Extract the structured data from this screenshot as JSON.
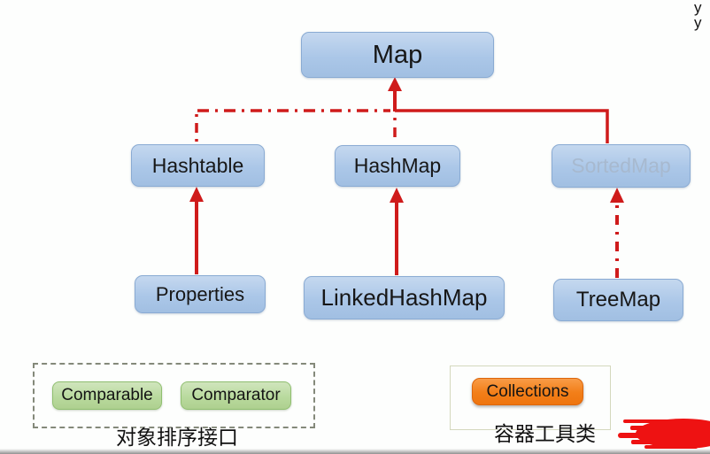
{
  "corner_text": {
    "line1": "y",
    "line2": "y"
  },
  "nodes": {
    "map": {
      "label": "Map"
    },
    "hashtable": {
      "label": "Hashtable"
    },
    "hashmap": {
      "label": "HashMap"
    },
    "sortedmap": {
      "label": "SortedMap"
    },
    "properties": {
      "label": "Properties"
    },
    "linkedhashmap": {
      "label": "LinkedHashMap"
    },
    "treemap": {
      "label": "TreeMap"
    }
  },
  "edges": [
    {
      "from": "Hashtable",
      "to": "Map",
      "style": "dash-dot"
    },
    {
      "from": "HashMap",
      "to": "Map",
      "style": "dash-dot"
    },
    {
      "from": "SortedMap",
      "to": "Map",
      "style": "solid"
    },
    {
      "from": "Properties",
      "to": "Hashtable",
      "style": "solid-arrow"
    },
    {
      "from": "LinkedHashMap",
      "to": "HashMap",
      "style": "solid-arrow"
    },
    {
      "from": "TreeMap",
      "to": "SortedMap",
      "style": "dash-dot-arrow"
    }
  ],
  "sorting_group": {
    "items": [
      {
        "label": "Comparable"
      },
      {
        "label": "Comparator"
      }
    ],
    "caption": "对象排序接口"
  },
  "utility_group": {
    "item": {
      "label": "Collections"
    },
    "caption": "容器工具类"
  },
  "colors": {
    "node_fill": "#abc7e8",
    "node_border": "#8aabd3",
    "faded_text": "#a7b9cf",
    "green_fill": "#b9da9e",
    "green_border": "#90bf70",
    "orange_fill": "#f27e18",
    "orange_border": "#dd660c",
    "arrow_red": "#cf1b1b",
    "scribble_red": "#ee1212"
  }
}
